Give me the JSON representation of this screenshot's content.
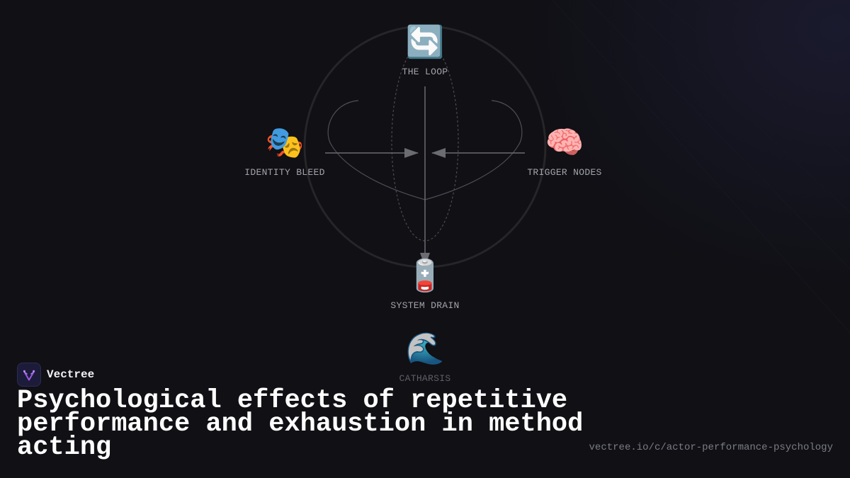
{
  "diagram": {
    "nodes": [
      {
        "id": "loop",
        "emoji": "🔄",
        "icon": "cycle-arrows-icon",
        "label": "THE LOOP"
      },
      {
        "id": "identity",
        "emoji": "🎭",
        "icon": "theater-masks-icon",
        "label": "IDENTITY BLEED"
      },
      {
        "id": "trigger",
        "emoji": "🧠",
        "icon": "brain-icon",
        "label": "TRIGGER NODES"
      },
      {
        "id": "drain",
        "emoji": "🪫",
        "icon": "low-battery-icon",
        "label": "SYSTEM DRAIN"
      },
      {
        "id": "catharsis",
        "emoji": "🌊",
        "icon": "wave-icon",
        "label": "CATHARSIS"
      }
    ],
    "connections": [
      {
        "from": "identity",
        "to": "center"
      },
      {
        "from": "trigger",
        "to": "center"
      },
      {
        "from": "loop",
        "to": "drain"
      }
    ]
  },
  "brand": {
    "name": "Vectree",
    "logo_icon": "vectree-logo-icon"
  },
  "title": "Psychological effects of repetitive performance and exhaustion in method acting",
  "url": "vectree.io/c/actor-performance-psychology",
  "colors": {
    "background": "#101015",
    "title": "#ffffff",
    "label": "#a3a3ab",
    "label_dim": "#5f5f68",
    "line": "#6b6b72",
    "circle": "#2a2a2e",
    "accent": "#9b5de5"
  }
}
